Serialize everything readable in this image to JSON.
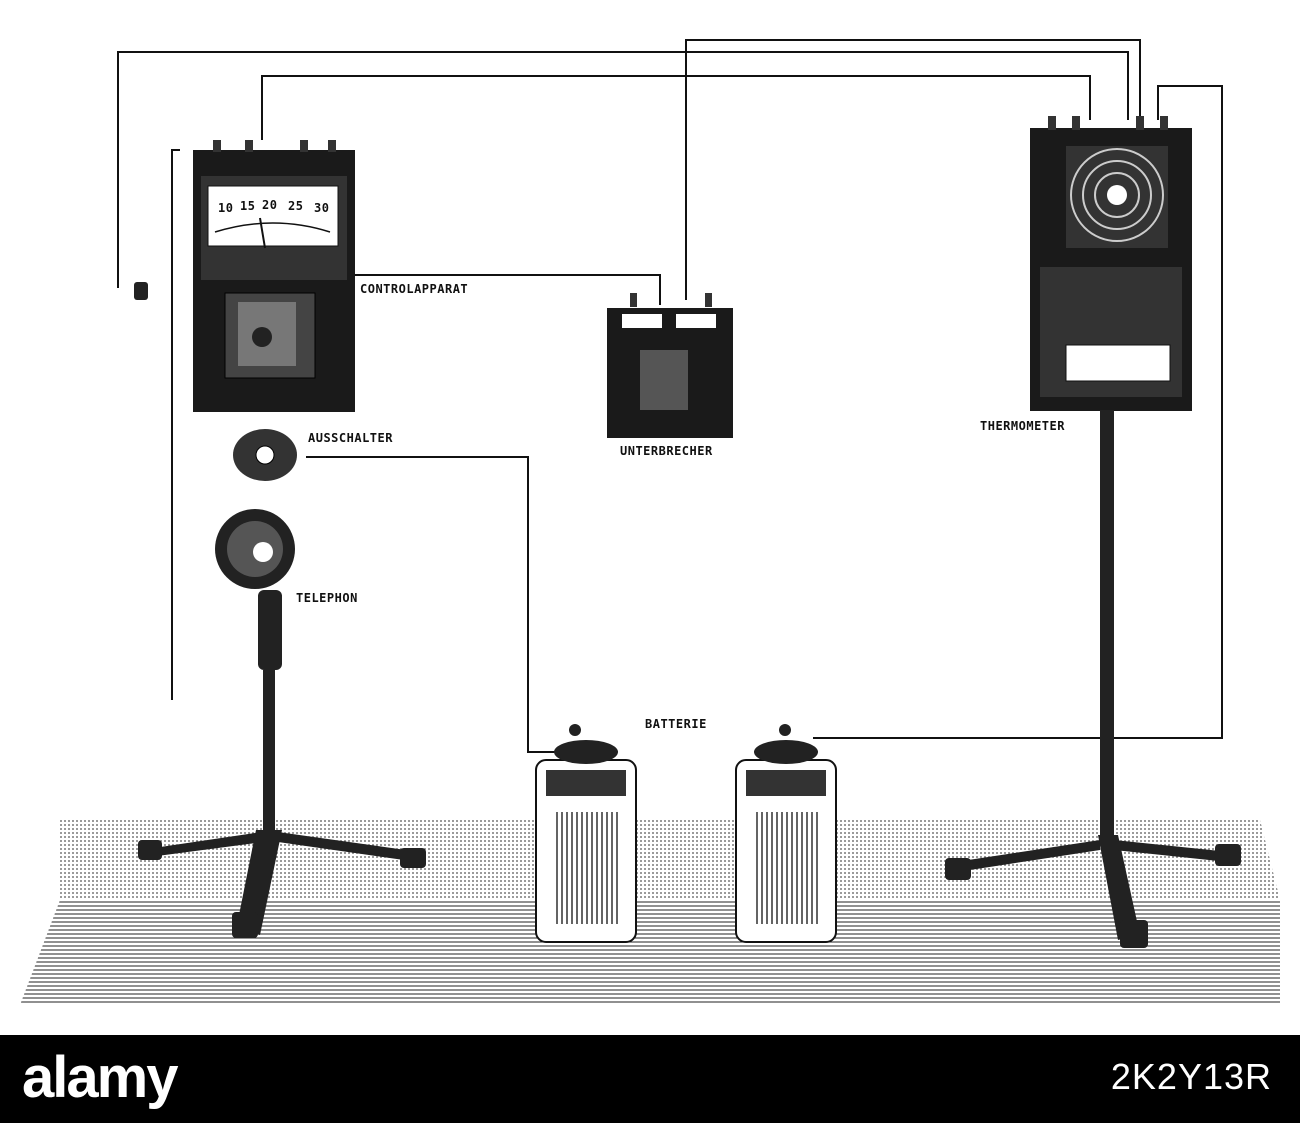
{
  "labels": {
    "controlapparat": "CONTROLAPPARAT",
    "ausschalter": "AUSSCHALTER",
    "telephon": "TELEPHON",
    "unterbrecher": "UNTERBRECHER",
    "thermometer": "THERMOMETER",
    "batterie": "BATTERIE"
  },
  "gauge_ticks": [
    "10",
    "15",
    "20",
    "25",
    "30"
  ],
  "footer": {
    "brand": "alamy",
    "stock_id": "2K2Y13R"
  },
  "colors": {
    "ink": "#111111",
    "background": "#ffffff",
    "footer_background": "#000000",
    "footer_text": "#ffffff"
  }
}
